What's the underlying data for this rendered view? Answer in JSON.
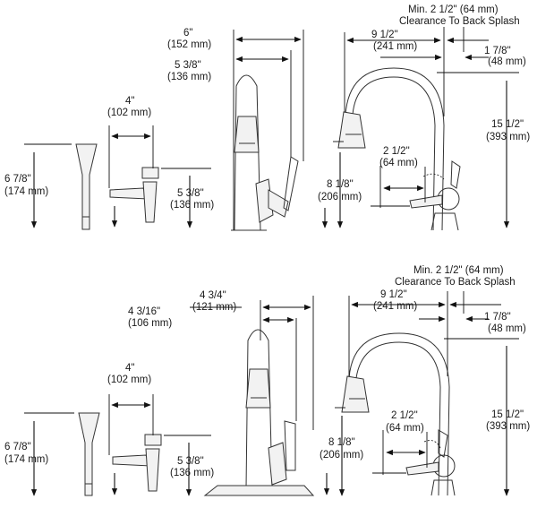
{
  "labels": {
    "soap_h_in": "6 7/8\"",
    "soap_h_mm": "(174 mm)",
    "handle_w_in": "4\"",
    "handle_w_mm": "(102 mm)",
    "handle_h_in": "5 3/8\"",
    "handle_h_mm": "(136 mm)",
    "top_spout_reach_in": "6\"",
    "top_spout_reach_mm": "(152 mm)",
    "top_spout_reach2_in": "5 3/8\"",
    "top_spout_reach2_mm": "(136 mm)",
    "bottom_spout_reach_in": "4 3/4\"",
    "bottom_spout_reach_mm": "(121 mm)",
    "bottom_spout_reach2_in": "4 3/16\"",
    "bottom_spout_reach2_mm": "(106 mm)",
    "clearance_line1": "Min. 2 1/2\" (64 mm)",
    "clearance_line2": "Clearance To Back Splash",
    "reach_in": "9 1/2\"",
    "reach_mm": "(241 mm)",
    "back_in": "1 7/8\"",
    "back_mm": "(48 mm)",
    "height_in": "15 1/2\"",
    "height_mm": "(393 mm)",
    "swing_in": "2 1/2\"",
    "swing_mm": "(64 mm)",
    "spout_h_in": "8 1/8\"",
    "spout_h_mm": "(206 mm)"
  }
}
